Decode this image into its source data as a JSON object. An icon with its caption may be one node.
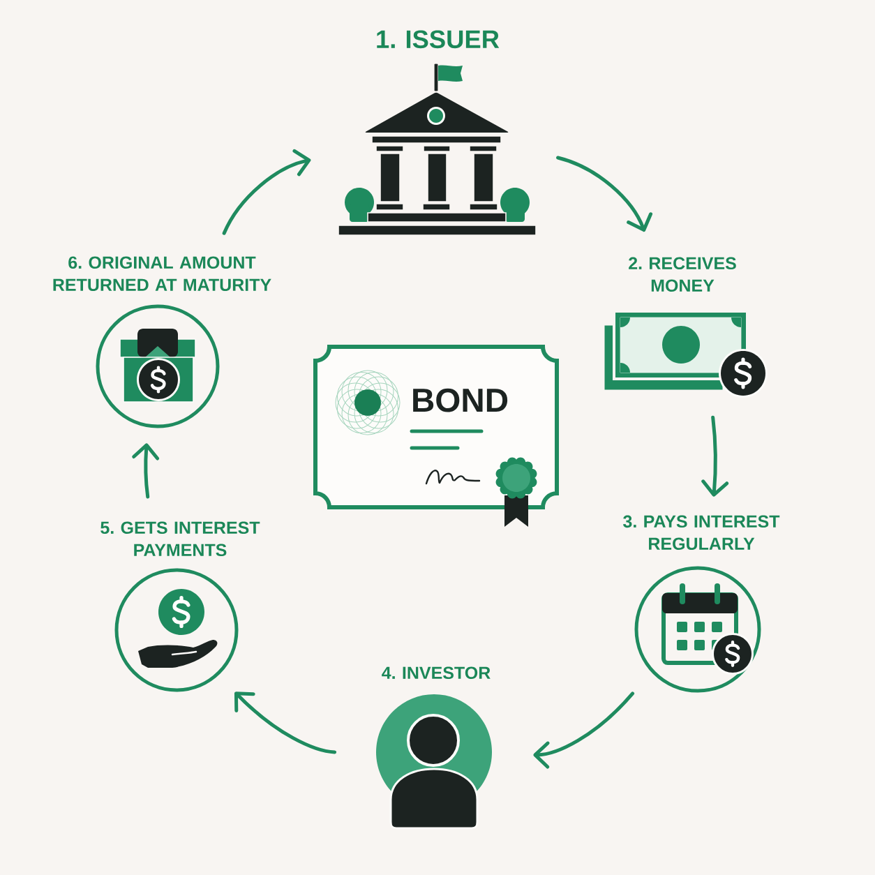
{
  "diagram": {
    "nodes": [
      {
        "text": [
          "1. ISSUER"
        ]
      },
      {
        "text": [
          "2. RECEIVES MONEY"
        ]
      },
      {
        "text": [
          "3. PAYS INTEREST REGULARLY"
        ]
      },
      {
        "text": [
          "4. INVESTOR"
        ]
      },
      {
        "text": [
          "5. GETS INTEREST PAYMENTS"
        ]
      },
      {
        "text": [
          "6. ORIGINAL AMOUNT RETURNED AT MATURITY"
        ]
      },
      {
        "text": [
          "BOND"
        ]
      }
    ],
    "edges": [
      {
        "from": 0,
        "to": 1,
        "arrow": "to"
      },
      {
        "from": 1,
        "to": 2,
        "arrow": "to"
      },
      {
        "from": 2,
        "to": 3,
        "arrow": "to"
      },
      {
        "from": 3,
        "to": 4,
        "arrow": "to"
      },
      {
        "from": 4,
        "to": 5,
        "arrow": "to"
      },
      {
        "from": 5,
        "to": 0,
        "arrow": "to"
      }
    ]
  }
}
